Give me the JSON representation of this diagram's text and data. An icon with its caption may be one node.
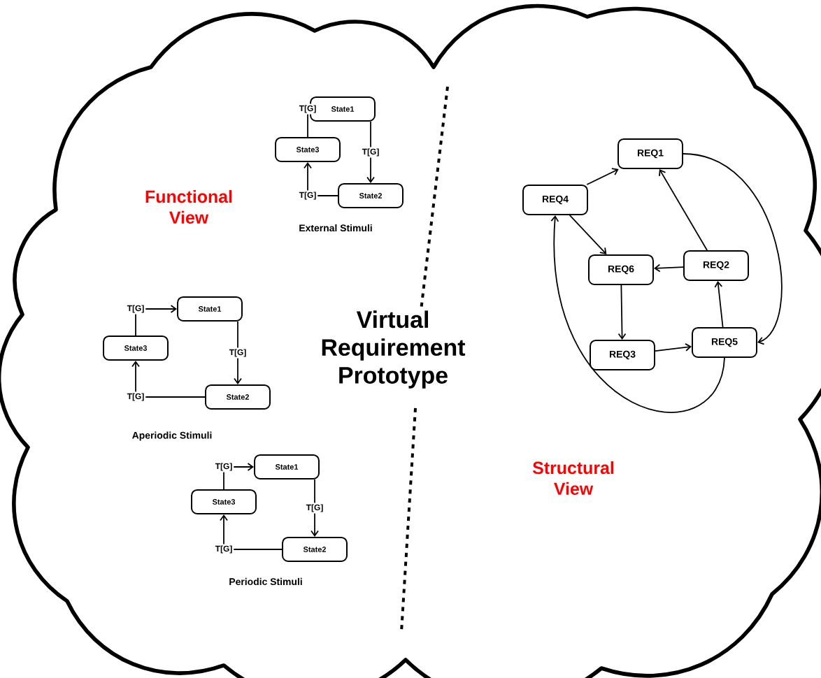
{
  "diagram": {
    "nodes": [
      {
        "text": [
          "Virtual Requirement Prototype"
        ]
      },
      {
        "text": [
          "State1"
        ],
        "in": 0
      },
      {
        "text": [
          "State3"
        ],
        "in": 0
      },
      {
        "text": [
          "State2"
        ],
        "in": 0
      },
      {
        "text": [
          "State1"
        ],
        "in": 0
      },
      {
        "text": [
          "State3"
        ],
        "in": 0
      },
      {
        "text": [
          "State2"
        ],
        "in": 0
      },
      {
        "text": [
          "State1"
        ],
        "in": 0
      },
      {
        "text": [
          "State3"
        ],
        "in": 0
      },
      {
        "text": [
          "State2"
        ],
        "in": 0
      },
      {
        "text": [
          "REQ1"
        ],
        "in": 0
      },
      {
        "text": [
          "REQ4"
        ],
        "in": 0
      },
      {
        "text": [
          "REQ6"
        ],
        "in": 0
      },
      {
        "text": [
          "REQ2"
        ],
        "in": 0
      },
      {
        "text": [
          "REQ3"
        ],
        "in": 0
      },
      {
        "text": [
          "REQ5"
        ],
        "in": 0
      }
    ],
    "edges": [
      {
        "from": 2,
        "to": 1,
        "arrow": "to",
        "label": "T[G]"
      },
      {
        "from": 1,
        "to": 3,
        "arrow": "to",
        "label": "T[G]"
      },
      {
        "from": 3,
        "to": 2,
        "arrow": "to",
        "label": "T[G]"
      },
      {
        "from": 5,
        "to": 4,
        "arrow": "to",
        "label": "T[G]"
      },
      {
        "from": 4,
        "to": 6,
        "arrow": "to",
        "label": "T[G]"
      },
      {
        "from": 6,
        "to": 5,
        "arrow": "to",
        "label": "T[G]"
      },
      {
        "from": 8,
        "to": 7,
        "arrow": "to",
        "label": "T[G]"
      },
      {
        "from": 7,
        "to": 9,
        "arrow": "to",
        "label": "T[G]"
      },
      {
        "from": 9,
        "to": 8,
        "arrow": "to",
        "label": "T[G]"
      },
      {
        "from": 11,
        "to": 10,
        "arrow": "to"
      },
      {
        "from": 11,
        "to": 12,
        "arrow": "to"
      },
      {
        "from": 13,
        "to": 10,
        "arrow": "to"
      },
      {
        "from": 13,
        "to": 12,
        "arrow": "to"
      },
      {
        "from": 12,
        "to": 14,
        "arrow": "to"
      },
      {
        "from": 14,
        "to": 15,
        "arrow": "to"
      },
      {
        "from": 15,
        "to": 13,
        "arrow": "to"
      },
      {
        "from": 10,
        "to": 15,
        "arrow": "to"
      },
      {
        "from": 15,
        "to": 11,
        "arrow": "to"
      }
    ],
    "labels": [
      "Functional View",
      "External Stimuli",
      "Aperiodic Stimuli",
      "Periodic Stimuli",
      "Structural View"
    ]
  }
}
